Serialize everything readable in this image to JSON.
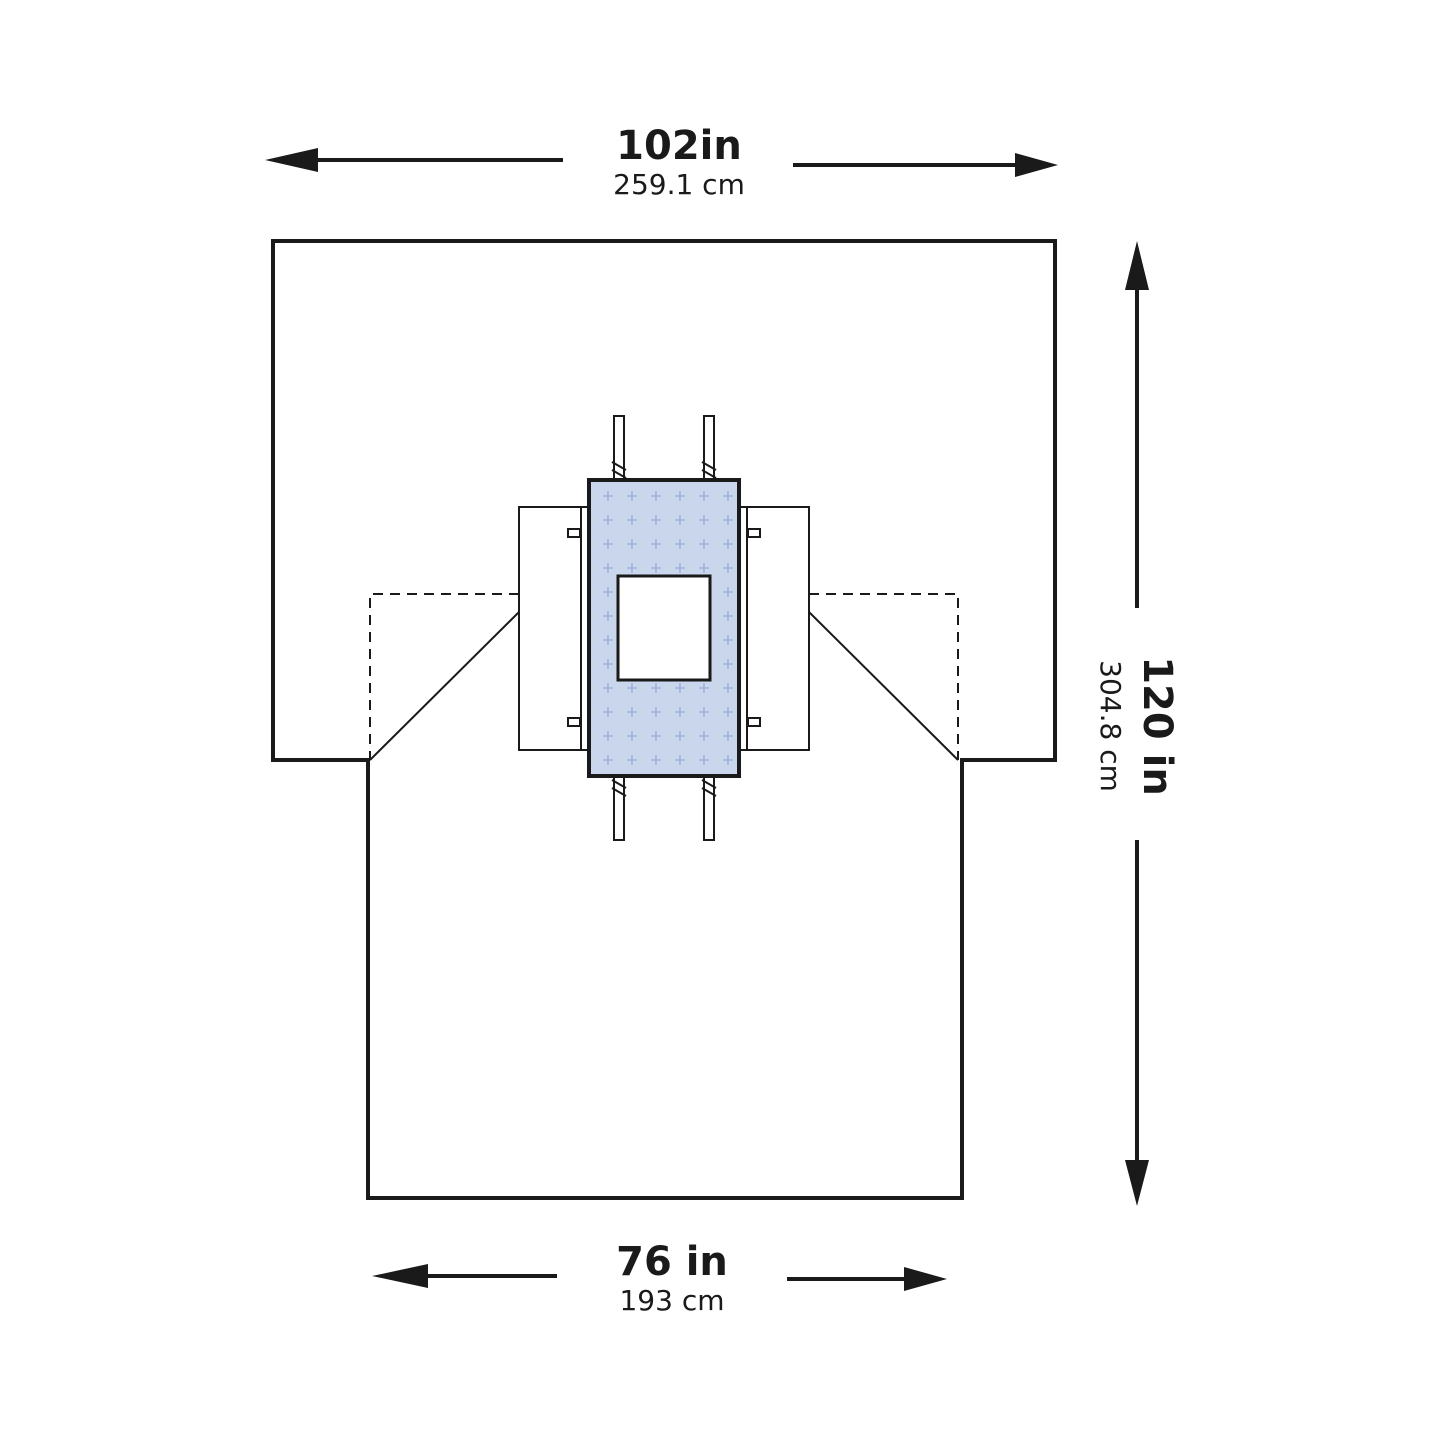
{
  "dimensions": {
    "top_width": {
      "imperial": "102in",
      "metric": "259.1 cm"
    },
    "bottom_width": {
      "imperial": "76 in",
      "metric": "193 cm"
    },
    "height": {
      "imperial": "120 in",
      "metric": "304.8 cm"
    }
  },
  "colors": {
    "drape_fill": "#e7eef8",
    "panel_fill": "#c9d6ec",
    "pattern": "#9fb4da",
    "outline": "#1a1a1a"
  }
}
